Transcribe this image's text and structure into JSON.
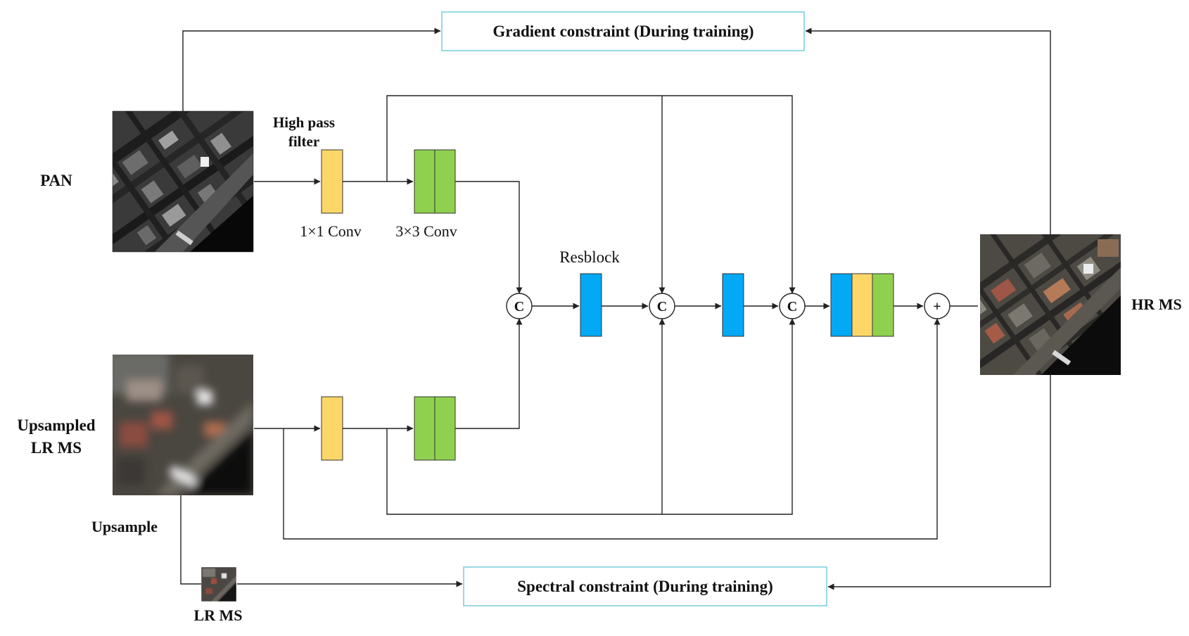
{
  "boxes": {
    "gradient": "Gradient constraint (During training)",
    "spectral": "Spectral constraint (During training)"
  },
  "labels": {
    "pan": "PAN",
    "high_pass_line1": "High pass",
    "high_pass_line2": "filter",
    "conv1x1": "1×1 Conv",
    "conv3x3": "3×3 Conv",
    "resblock": "Resblock",
    "upsampled_line1": "Upsampled",
    "upsampled_line2": "LR MS",
    "upsample": "Upsample",
    "lr_ms": "LR MS",
    "hr_ms": "HR MS"
  },
  "nodes": {
    "concat": "C",
    "add": "+"
  },
  "colors": {
    "yellow": "#fcd768",
    "green": "#8fd14f",
    "blue": "#03a9f4",
    "box_border": "#7fd0de"
  },
  "icons": {
    "pan_image": "satellite-pan-image",
    "upsampled_image": "satellite-blurry-ms-image",
    "lr_ms_image": "satellite-small-ms-image",
    "hr_ms_image": "satellite-hr-ms-image"
  }
}
